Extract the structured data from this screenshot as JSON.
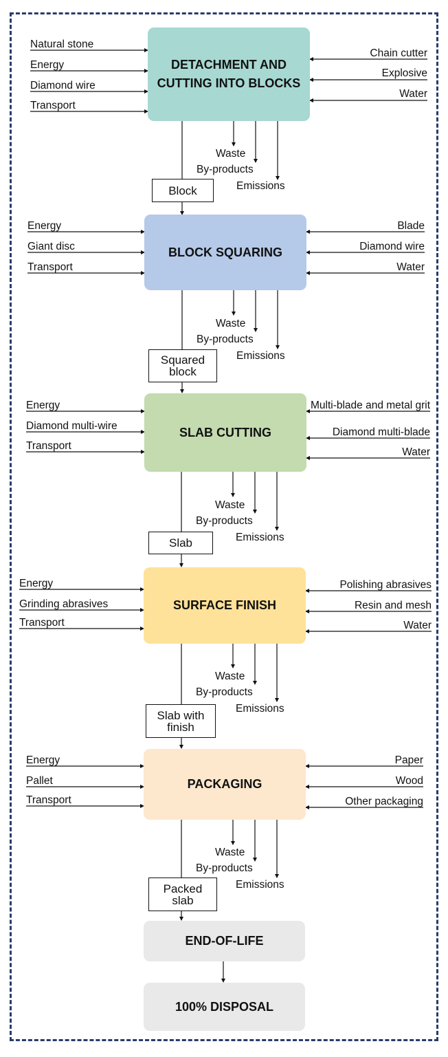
{
  "stages": [
    {
      "id": "detachment",
      "title": "DETACHMENT AND CUTTING INTO BLOCKS",
      "color": "#a7d8d2",
      "inputs_left": [
        "Natural stone",
        "Energy",
        "Diamond wire",
        "Transport"
      ],
      "inputs_right": [
        "Chain cutter",
        "Explosive",
        "Water"
      ]
    },
    {
      "id": "squaring",
      "title": "BLOCK SQUARING",
      "color": "#b5c9e8",
      "inputs_left": [
        "Energy",
        "Giant disc",
        "Transport"
      ],
      "inputs_right": [
        "Blade",
        "Diamond wire",
        "Water"
      ]
    },
    {
      "id": "slab-cutting",
      "title": "SLAB CUTTING",
      "color": "#c3dbae",
      "inputs_left": [
        "Energy",
        "Diamond multi-wire",
        "Transport"
      ],
      "inputs_right": [
        "Multi-blade and metal grit",
        "Diamond multi-blade",
        "Water"
      ]
    },
    {
      "id": "surface-finish",
      "title": "SURFACE FINISH",
      "color": "#ffe299",
      "inputs_left": [
        "Energy",
        "Grinding abrasives",
        "Transport"
      ],
      "inputs_right": [
        "Polishing abrasives",
        "Resin and mesh",
        "Water"
      ]
    },
    {
      "id": "packaging",
      "title": "PACKAGING",
      "color": "#fde7cd",
      "inputs_left": [
        "Energy",
        "Pallet",
        "Transport"
      ],
      "inputs_right": [
        "Paper",
        "Wood",
        "Other packaging"
      ]
    }
  ],
  "outputs": {
    "waste": "Waste",
    "byproducts": "By-products",
    "emissions": "Emissions"
  },
  "products": [
    "Block",
    "Squared block",
    "Slab",
    "Slab with finish",
    "Packed slab"
  ],
  "end_of_life": {
    "title": "END-OF-LIFE",
    "color": "#e9e9ea"
  },
  "disposal": {
    "title": "100% DISPOSAL",
    "color": "#e9e9ea"
  }
}
